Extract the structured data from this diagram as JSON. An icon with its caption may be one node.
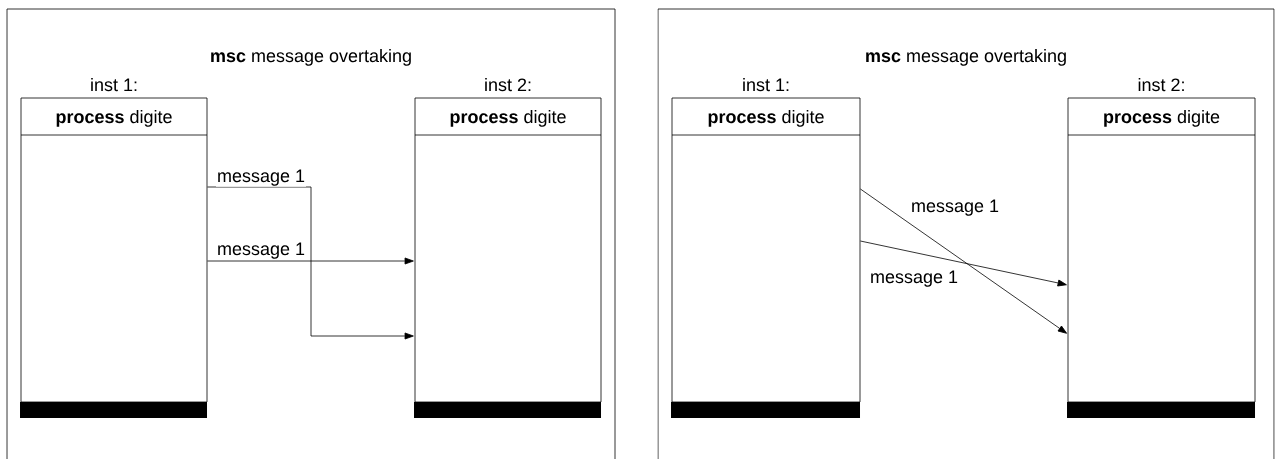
{
  "diagram": {
    "nodes": [
      {
        "text": [
          "**msc** message overtaking"
        ]
      },
      {
        "text": [
          "inst 1:",
          "**process** digite"
        ],
        "in": 0
      },
      {
        "text": [
          "inst 2:",
          "**process** digite"
        ],
        "in": 0
      },
      {
        "text": [
          "**msc** message overtaking"
        ]
      },
      {
        "text": [
          "inst 1:",
          "**process** digite"
        ],
        "in": 3
      },
      {
        "text": [
          "inst 2:",
          "**process** digite"
        ],
        "in": 3
      }
    ],
    "edges": [
      {
        "from": 1,
        "to": 2,
        "arrow": "to",
        "label": "message 1"
      },
      {
        "from": 1,
        "to": 2,
        "arrow": "to",
        "label": "message 1"
      },
      {
        "from": 4,
        "to": 5,
        "arrow": "to",
        "label": "message 1"
      },
      {
        "from": 4,
        "to": 5,
        "arrow": "to",
        "label": "message 1"
      }
    ]
  }
}
